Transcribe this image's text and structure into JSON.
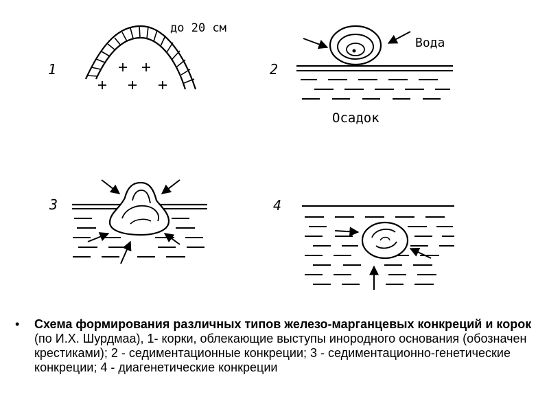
{
  "diagram": {
    "panel_numbers": [
      "1",
      "2",
      "3",
      "4"
    ],
    "panel1_thickness_label": "до 20 см",
    "panel2_water_label": "Вода",
    "panel2_sediment_label": "Осадок"
  },
  "caption": {
    "bullet": "•",
    "bold": "Схема формирования различных типов железо-марганцевых конкреций и корок",
    "rest": " (по И.Х. Шурдмаа), 1- корки, облекающие выступы инородного основания (обозначен крестиками); 2 - седиментационные конкреции; 3 - седиментационно-генетические конкреции; 4 - диагенетические конкреции"
  }
}
